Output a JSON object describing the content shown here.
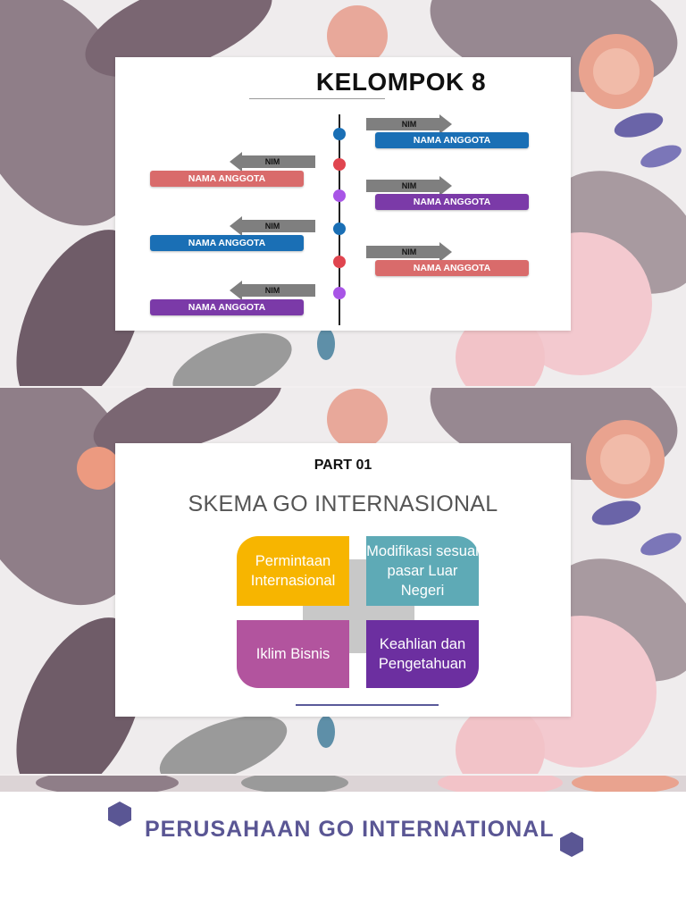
{
  "slide1": {
    "title": "KELOMPOK 8",
    "entries": [
      {
        "nim": "NIM",
        "name": "NAMA ANGGOTA",
        "side": "right",
        "color": "#1a6fb5"
      },
      {
        "nim": "NIM",
        "name": "NAMA ANGGOTA",
        "side": "left",
        "color": "#d96b6b"
      },
      {
        "nim": "NIM",
        "name": "NAMA ANGGOTA",
        "side": "right",
        "color": "#7b3aa8"
      },
      {
        "nim": "NIM",
        "name": "NAMA ANGGOTA",
        "side": "left",
        "color": "#1a6fb5"
      },
      {
        "nim": "NIM",
        "name": "NAMA ANGGOTA",
        "side": "right",
        "color": "#d96b6b"
      },
      {
        "nim": "NIM",
        "name": "NAMA ANGGOTA",
        "side": "left",
        "color": "#7b3aa8"
      }
    ],
    "dot_colors": [
      "#1a6fb5",
      "#e0454f",
      "#a855e6",
      "#1a6fb5",
      "#e0454f",
      "#a855e6"
    ]
  },
  "slide2": {
    "part": "PART 01",
    "title": "SKEMA GO INTERNASIONAL",
    "boxes": [
      {
        "text": "Permintaan Internasional",
        "color": "#f7b500"
      },
      {
        "text": "Modifikasi sesuai pasar Luar Negeri",
        "color": "#5eaab6"
      },
      {
        "text": "Iklim Bisnis",
        "color": "#b2549e"
      },
      {
        "text": "Keahlian dan Pengetahuan",
        "color": "#6c2fa0"
      }
    ]
  },
  "footer": {
    "title": "PERUSAHAAN GO INTERNATIONAL",
    "accent": "#5a5694"
  }
}
